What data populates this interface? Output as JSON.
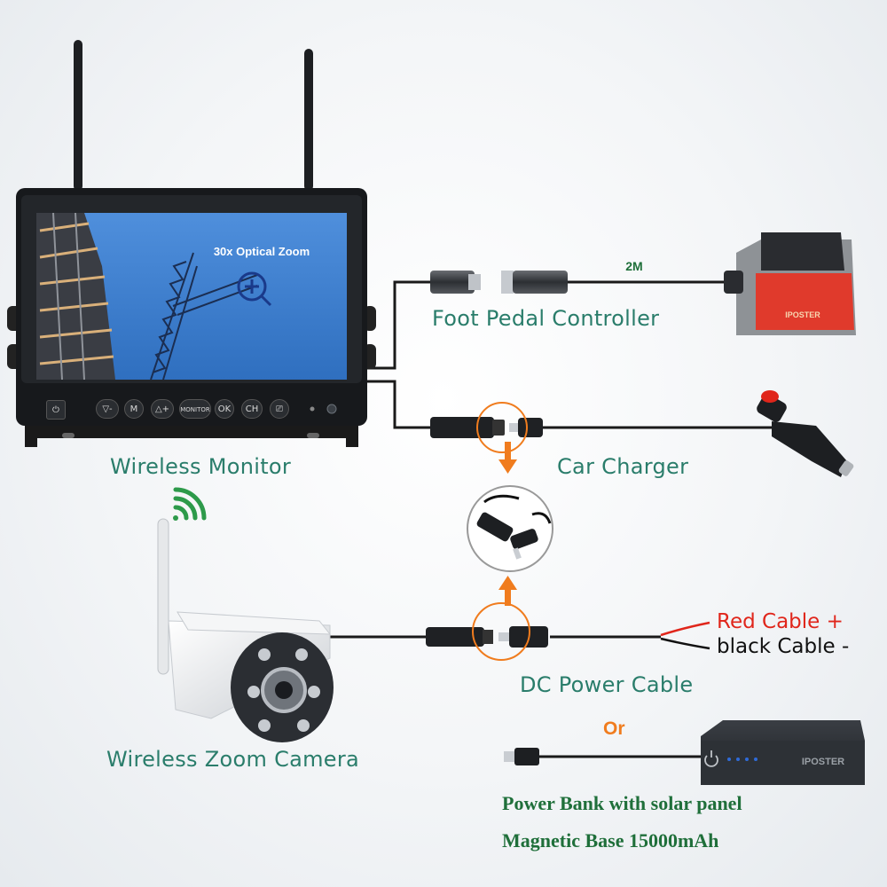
{
  "monitor": {
    "screen_text": "30x Optical Zoom",
    "buttons": [
      "▽-",
      "M",
      "△+",
      "MONITOR",
      "OK",
      "CH",
      "⎚"
    ],
    "power_icon": "power-icon",
    "zoom_icon": "zoom-in-icon"
  },
  "labels": {
    "wireless_monitor": "Wireless Monitor",
    "foot_pedal": "Foot Pedal Controller",
    "cable_length": "2M",
    "car_charger": "Car Charger",
    "dc_power_cable": "DC Power Cable",
    "red_cable": "Red Cable +",
    "black_cable": "black Cable -",
    "wireless_zoom_camera": "Wireless Zoom Camera",
    "or": "Or",
    "power_bank_line1": "Power Bank with solar panel",
    "power_bank_line2": "Magnetic Base 15000mAh"
  },
  "brand": {
    "pedal_logo": "IPOSTER",
    "power_bank_logo": "IPOSTER"
  },
  "colors": {
    "label_green": "#2a7d6b",
    "title_green": "#1f6f3a",
    "accent_orange": "#f07c1e",
    "red_cable": "#e0261b",
    "pedal_red": "#e03a2c",
    "screen_blue": "#3b7fd0"
  },
  "icons": [
    "wifi-signal-icon",
    "zoom-in-icon",
    "power-icon",
    "arrow-down-icon",
    "arrow-up-icon"
  ]
}
